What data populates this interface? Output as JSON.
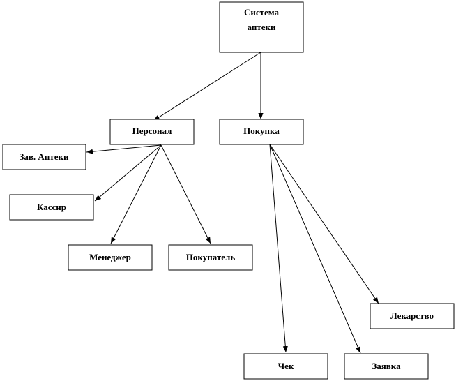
{
  "nodes": {
    "root": {
      "lines": [
        "Система",
        "аптеки"
      ]
    },
    "personnel": {
      "lines": [
        "Персонал"
      ]
    },
    "purchase": {
      "lines": [
        "Покупка"
      ]
    },
    "head": {
      "lines": [
        "Зав. Аптеки"
      ]
    },
    "cashier": {
      "lines": [
        "Кассир"
      ]
    },
    "manager": {
      "lines": [
        "Менеджер"
      ]
    },
    "buyer": {
      "lines": [
        "Покупатель"
      ]
    },
    "medicine": {
      "lines": [
        "Лекарство"
      ]
    },
    "receipt": {
      "lines": [
        "Чек"
      ]
    },
    "request": {
      "lines": [
        "Заявка"
      ]
    }
  },
  "edges": [
    {
      "from": "root",
      "to": "personnel"
    },
    {
      "from": "root",
      "to": "purchase"
    },
    {
      "from": "personnel",
      "to": "head"
    },
    {
      "from": "personnel",
      "to": "cashier"
    },
    {
      "from": "personnel",
      "to": "manager"
    },
    {
      "from": "personnel",
      "to": "buyer"
    },
    {
      "from": "purchase",
      "to": "receipt"
    },
    {
      "from": "purchase",
      "to": "request"
    },
    {
      "from": "purchase",
      "to": "medicine"
    }
  ],
  "colors": {
    "line": "#000000",
    "box_fill": "#ffffff",
    "background": "#ffffff"
  }
}
